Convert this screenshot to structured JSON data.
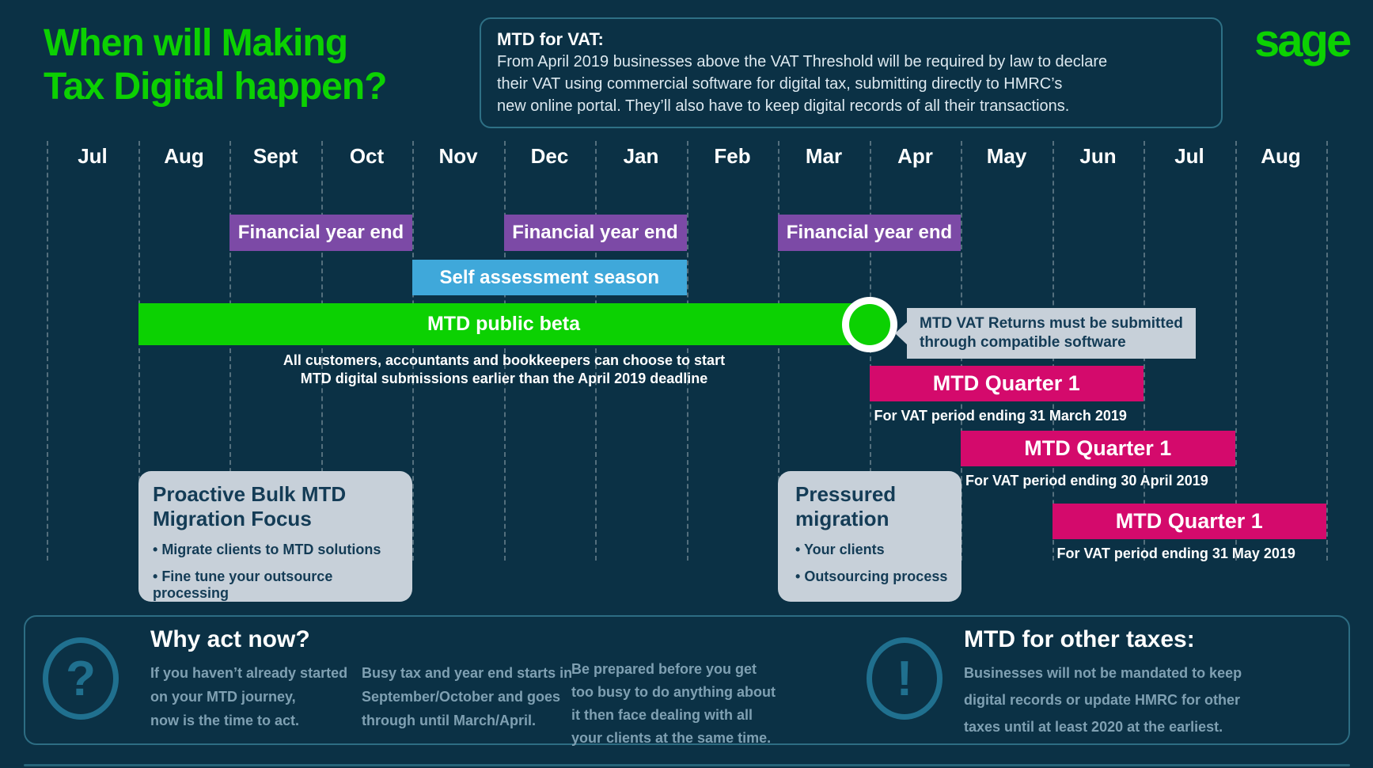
{
  "header": {
    "title": "When will Making\nTax Digital happen?",
    "brand": "sage",
    "info_box": {
      "title": "MTD for VAT:",
      "body": "From April 2019 businesses above the VAT Threshold will be required by law to declare\ntheir VAT using commercial software for digital tax, submitting directly to HMRC’s\nnew online portal. They’ll also have to keep digital records of all their transactions."
    }
  },
  "colors": {
    "background": "#0b3145",
    "green": "#0cd102",
    "purple": "#7c4aa6",
    "blue": "#3fa8da",
    "pink": "#d40a6c",
    "gray_box": "#c7d0d9",
    "navy_text": "#143c56",
    "teal_border": "#2d6d83",
    "teal_icon": "#20708f",
    "muted_text": "#7fa0b2"
  },
  "chart_data": {
    "type": "timeline",
    "months": [
      "Jul",
      "Aug",
      "Sept",
      "Oct",
      "Nov",
      "Dec",
      "Jan",
      "Feb",
      "Mar",
      "Apr",
      "May",
      "Jun",
      "Jul",
      "Aug"
    ],
    "grid": "dashed-vertical-month-boundaries",
    "bars": [
      {
        "label": "Financial year end",
        "start": 2,
        "end": 4,
        "row": 0,
        "color": "#7c4aa6"
      },
      {
        "label": "Financial year end",
        "start": 5,
        "end": 7,
        "row": 0,
        "color": "#7c4aa6"
      },
      {
        "label": "Financial year end",
        "start": 8,
        "end": 10,
        "row": 0,
        "color": "#7c4aa6"
      },
      {
        "label": "Self assessment season",
        "start": 4,
        "end": 7,
        "row": 1,
        "color": "#3fa8da"
      },
      {
        "label": "MTD public beta",
        "start": 1,
        "end": 9,
        "row": 2,
        "color": "#0cd102",
        "end_marker": true
      },
      {
        "label": "MTD Quarter 1",
        "start": 9,
        "end": 12,
        "row": 3,
        "color": "#d40a6c",
        "caption": "For VAT period ending 31 March 2019"
      },
      {
        "label": "MTD Quarter 1",
        "start": 10,
        "end": 13,
        "row": 4,
        "color": "#d40a6c",
        "caption": "For VAT period ending 30 April 2019"
      },
      {
        "label": "MTD Quarter 1",
        "start": 11,
        "end": 14,
        "row": 5,
        "color": "#d40a6c",
        "caption": "For VAT period ending 31 May 2019"
      }
    ],
    "beta_note": "All customers, accountants and bookkeepers can choose to start\nMTD digital submissions earlier than the April 2019 deadline",
    "callout": "MTD VAT Returns must be submitted\nthrough compatible software"
  },
  "migration_boxes": {
    "left": {
      "title": "Proactive Bulk MTD\nMigration Focus",
      "bullets": [
        "Migrate clients to MTD solutions",
        "Fine tune your outsource processing"
      ]
    },
    "right": {
      "title": "Pressured\nmigration",
      "bullets": [
        "Your clients",
        "Outsourcing process"
      ]
    }
  },
  "footer": {
    "why": {
      "icon": "?",
      "heading": "Why act now?",
      "cols": [
        "If you haven’t already started\non your MTD journey,\nnow is the time to act.",
        "Busy tax and year end starts in\nSeptember/October and goes\nthrough until March/April.",
        "Be prepared before you get\ntoo busy to do anything about\nit then face dealing with all\nyour clients at the same time."
      ]
    },
    "other_taxes": {
      "icon": "!",
      "heading": "MTD for other taxes:",
      "body": "Businesses will not be mandated to keep\ndigital records or update HMRC for other\ntaxes until at least 2020 at the earliest."
    }
  }
}
